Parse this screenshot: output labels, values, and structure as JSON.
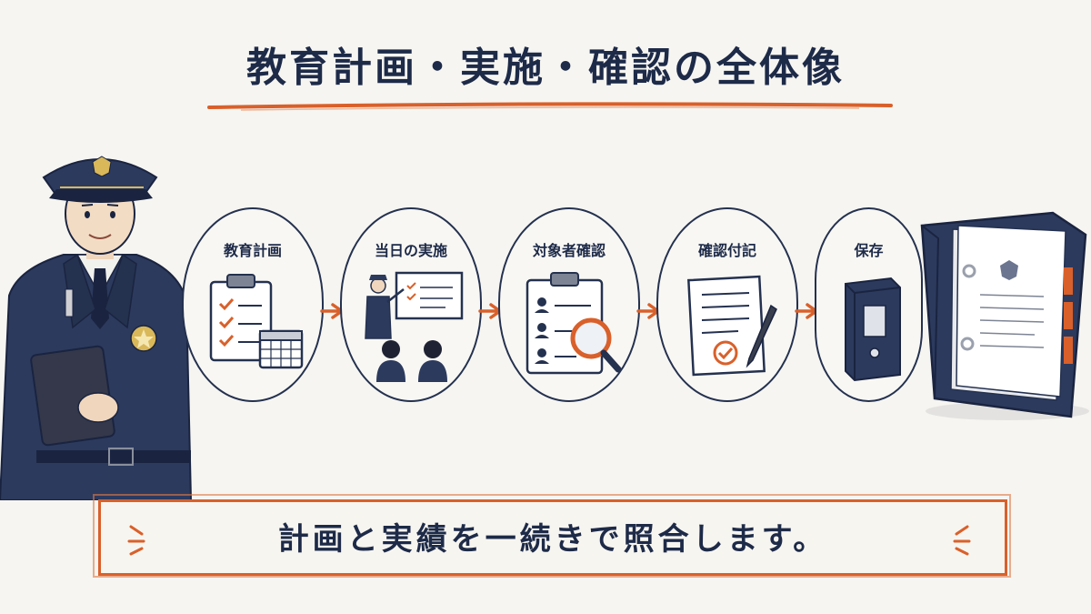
{
  "title": "教育計画・実施・確認の全体像",
  "steps": [
    {
      "label": "教育計画",
      "icon": "clipboard-calendar-icon"
    },
    {
      "label": "当日の実施",
      "icon": "lecture-icon"
    },
    {
      "label": "対象者確認",
      "icon": "clipboard-search-icon"
    },
    {
      "label": "確認付記",
      "icon": "document-pen-icon"
    },
    {
      "label": "保存",
      "icon": "binder-icon"
    }
  ],
  "callout": "計画と実績を一続きで照合します。",
  "colors": {
    "navy": "#1d2a48",
    "accent": "#d9602a",
    "background": "#f6f5f1"
  }
}
